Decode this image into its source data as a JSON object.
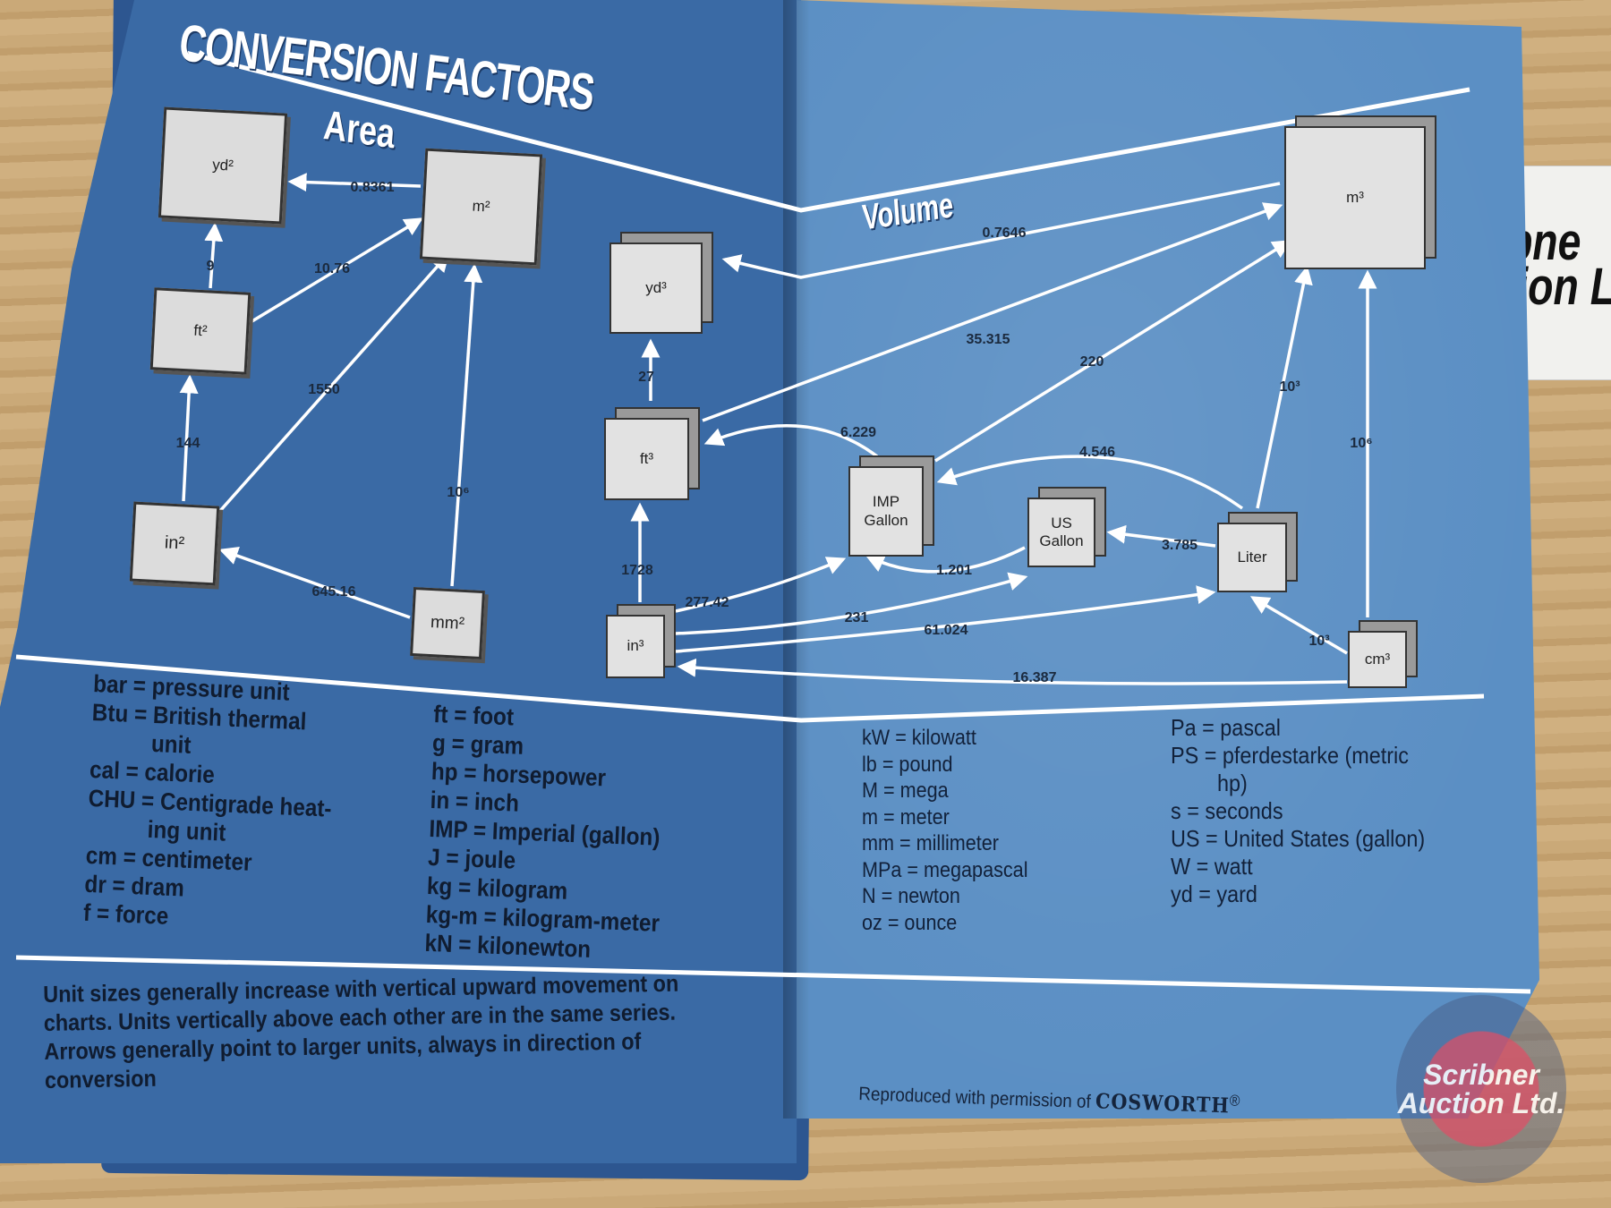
{
  "title": "CONVERSION FACTORS",
  "area": {
    "heading": "Area",
    "nodes": {
      "yd2": "yd²",
      "m2": "m²",
      "ft2": "ft²",
      "in2": "in²",
      "mm2": "mm²"
    },
    "factors": {
      "m2_yd2": "0.8361",
      "ft2_yd2": "9",
      "ft2_m2": "10.76",
      "in2_m2": "1550",
      "in2_ft2": "144",
      "mm2_m2": "10⁶",
      "mm2_in2": "645.16"
    }
  },
  "volume": {
    "heading": "Volume",
    "nodes": {
      "m3": "m³",
      "yd3": "yd³",
      "ft3": "ft³",
      "in3": "in³",
      "imp": "IMP Gallon",
      "us": "US Gallon",
      "liter": "Liter",
      "cm3": "cm³"
    },
    "factors": {
      "m3_yd3": "0.7646",
      "ft3_m3": "35.315",
      "imp_m3": "220",
      "ft3_yd3": "27",
      "imp_ft3": "6.229",
      "liter_imp": "4.546",
      "liter_m3": "10³",
      "cm3_m3": "10⁶",
      "liter_us": "3.785",
      "us_imp": "1.201",
      "in3_ft3": "1728",
      "in3_imp": "277.42",
      "in3_us": "231",
      "in3_liter": "61.024",
      "cm3_liter": "10³",
      "cm3_in3": "16.387"
    }
  },
  "legend_left_col1": "bar = pressure unit\nBtu = British thermal\n          unit\ncal = calorie\nCHU = Centigrade heat-\n          ing unit\ncm = centimeter\ndr = dram\nf = force",
  "legend_left_col2": "ft = foot\ng = gram\nhp = horsepower\nin = inch\nIMP = Imperial (gallon)\nJ = joule\nkg = kilogram\nkg-m = kilogram-meter\nkN = kilonewton",
  "legend_right_col1": "kW = kilowatt\nlb = pound\nM = mega\nm = meter\nmm = millimeter\nMPa = megapascal\nN = newton\noz = ounce",
  "legend_right_col2": "Pa = pascal\nPS = pferdestarke (metric\n        hp)\ns = seconds\nUS = United States (gallon)\nW = watt\nyd = yard",
  "note": "Unit sizes generally increase with vertical upward movement on charts. Units vertically above each other are in the same series. Arrows generally point to larger units, always in direction of conversion",
  "reproduced": "Reproduced with permission of",
  "brand": "COSWORTH",
  "brand_mark": "®",
  "watermark": "Scribner Auction Ltd.",
  "ruler_text": "ribne\nction L",
  "colors": {
    "page_left": "#3a6aa5",
    "page_right": "#5b8fc4",
    "cover": "#2d5690",
    "wood": "#c8a676"
  }
}
